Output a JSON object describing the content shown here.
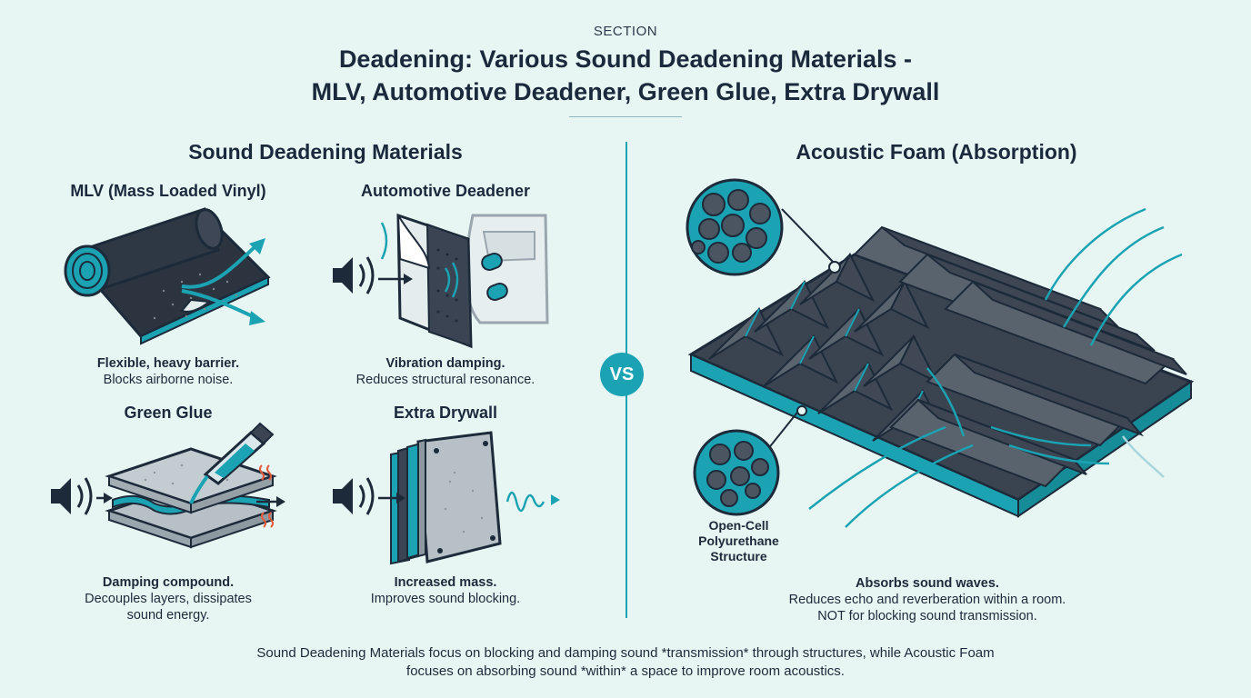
{
  "header": {
    "section": "SECTION",
    "title_line1": "Deadening: Various Sound Deadening Materials -",
    "title_line2": "MLV, Automotive Deadener, Green Glue, Extra Drywall"
  },
  "left_panel": {
    "heading": "Sound Deadening Materials",
    "items": [
      {
        "title": "MLV (Mass Loaded Vinyl)",
        "caption_bold": "Flexible, heavy barrier.",
        "caption": "Blocks airborne noise."
      },
      {
        "title": "Automotive Deadener",
        "caption_bold": "Vibration damping.",
        "caption": "Reduces structural resonance."
      },
      {
        "title": "Green Glue",
        "caption_bold": "Damping compound.",
        "caption_line1": "Decouples layers, dissipates",
        "caption_line2": "sound energy."
      },
      {
        "title": "Extra Drywall",
        "caption_bold": "Increased mass.",
        "caption": "Improves sound blocking."
      }
    ]
  },
  "vs_label": "VS",
  "right_panel": {
    "heading": "Acoustic Foam (Absorption)",
    "callout_line1": "Open-Cell",
    "callout_line2": "Polyurethane",
    "callout_line3": "Structure",
    "caption_bold": "Absorbs sound waves.",
    "caption_line1": "Reduces echo and reverberation within a room.",
    "caption_line2": "NOT for blocking sound transmission."
  },
  "footer": {
    "line1": "Sound Deadening Materials focus on blocking and damping sound *transmission* through structures, while Acoustic Foam",
    "line2": "focuses on absorbing sound *within* a space to improve room acoustics."
  },
  "colors": {
    "background": "#e8f6f3",
    "accent_teal": "#1ba3b3",
    "dark_navy": "#1c2a3a",
    "foam_gray": "#55606b",
    "heat_red": "#e35a3c"
  }
}
